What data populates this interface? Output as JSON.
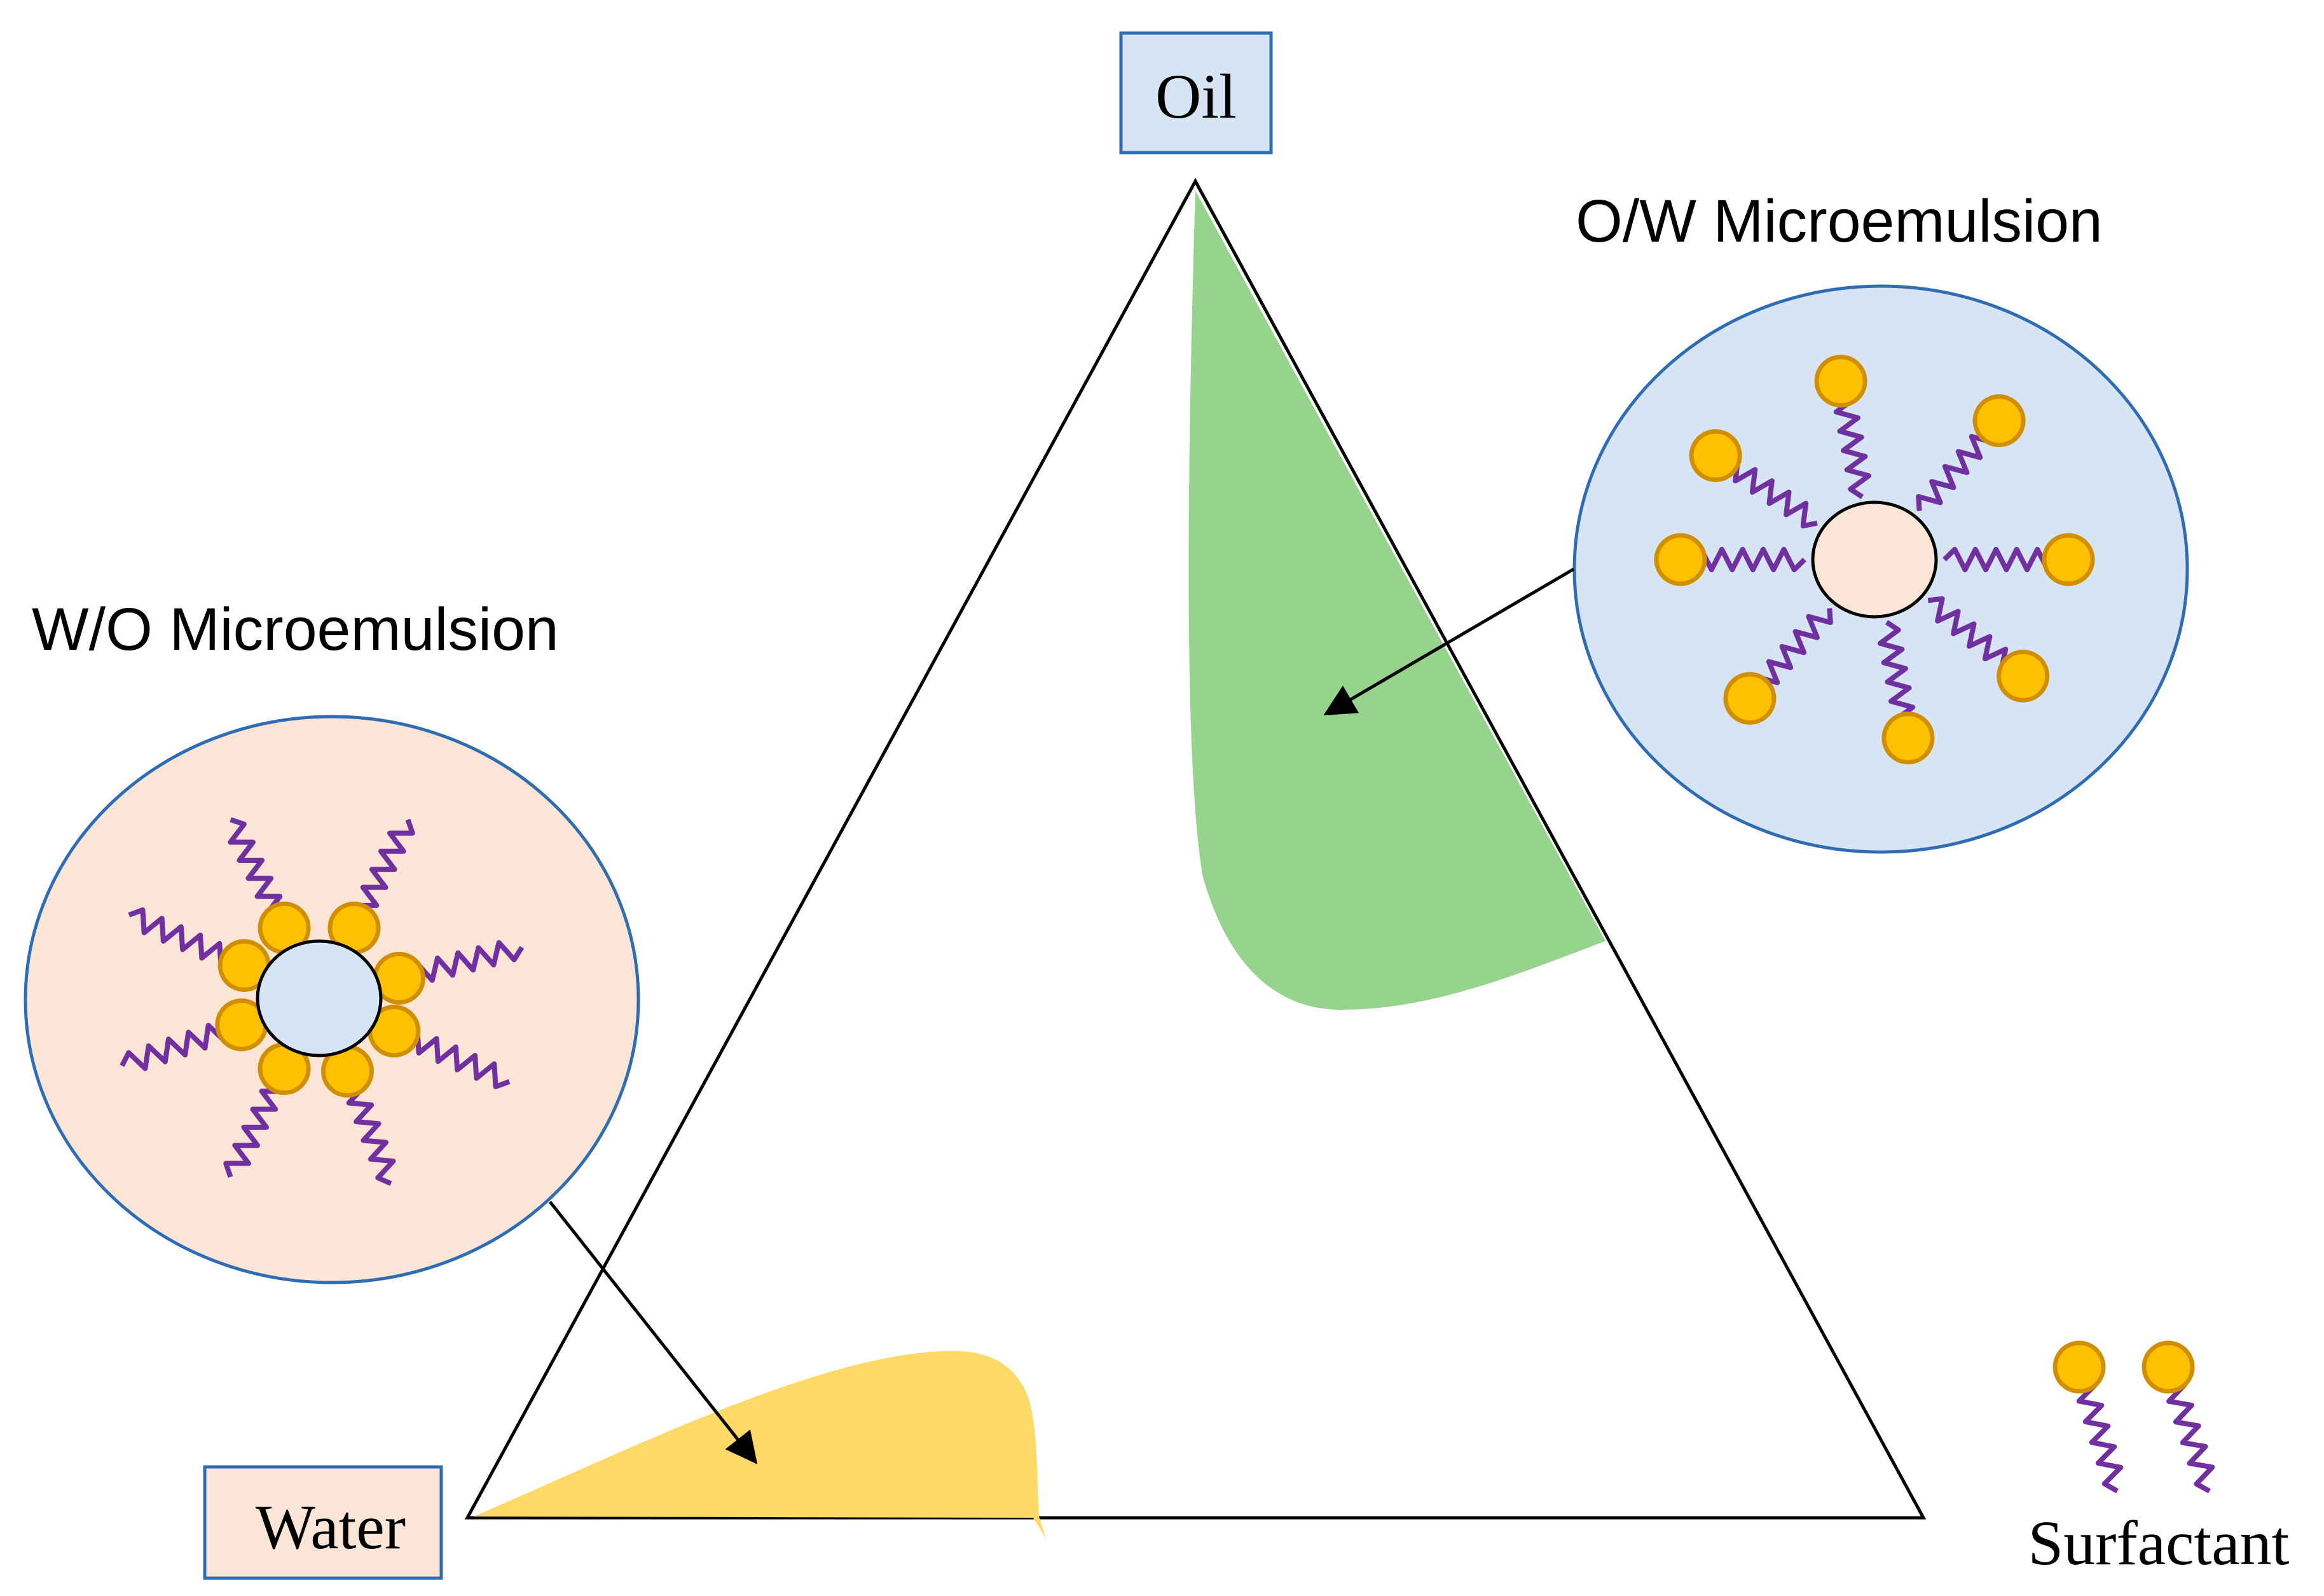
{
  "labels": {
    "oil": "Oil",
    "water": "Water",
    "surfactant": "Surfactant",
    "ow_title": "O/W Microemulsion",
    "wo_title": "W/O Microemulsion"
  },
  "colors": {
    "triangle_stroke": "#000000",
    "ow_region": "#96d38c",
    "wo_region": "#ffd966",
    "oil_box_fill": "#d6e4f3",
    "water_box_fill": "#fbe5d6",
    "box_stroke": "#2e6db3",
    "ow_circle_fill": "#d6e4f3",
    "wo_circle_fill": "#fbe5d6",
    "circle_stroke": "#2e6db3",
    "head_fill": "#ffc000",
    "head_stroke": "#d08f00",
    "tail_color": "#7030a0",
    "oil_droplet_fill": "#fbe5d6",
    "water_droplet_fill": "#d6e4f3"
  }
}
